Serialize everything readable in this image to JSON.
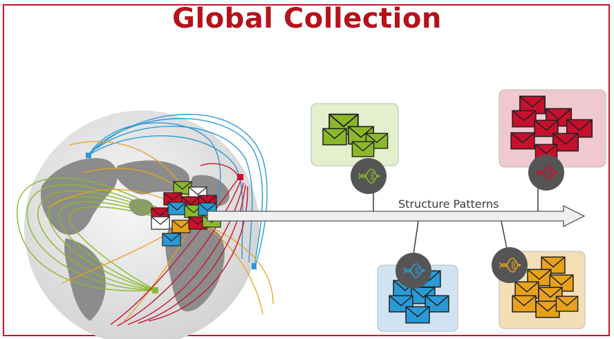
{
  "title": "Global Collection",
  "arrow_label": "Structure Patterns",
  "colors": {
    "frame": "#c8102e",
    "title": "#b5121b",
    "green": "#8bb82a",
    "red": "#c8102e",
    "blue": "#2a9ad6",
    "orange": "#e8a21a",
    "globe_land": "#8c8c8c",
    "globe_sea": "#e7e7e7",
    "dna_node": "#555555"
  },
  "clusters": [
    {
      "id": "green",
      "panel_color": "#e4efcc"
    },
    {
      "id": "red",
      "panel_color": "#f0c9d0"
    },
    {
      "id": "blue",
      "panel_color": "#cfe3f2"
    },
    {
      "id": "orange",
      "panel_color": "#f4dfb5"
    }
  ]
}
